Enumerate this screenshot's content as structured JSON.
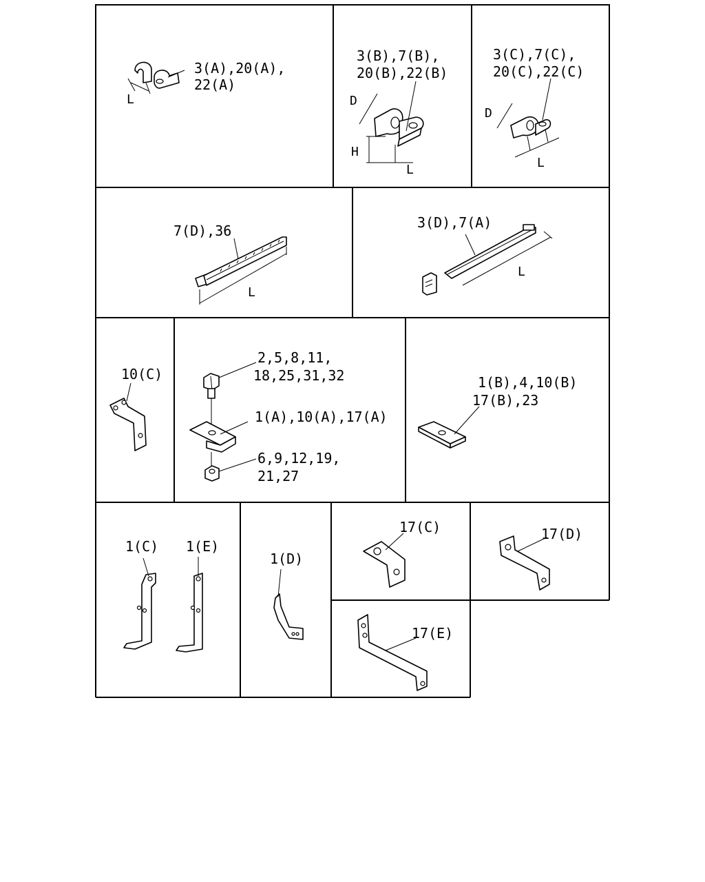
{
  "labels": {
    "clamp_a": [
      "3(A),20(A),",
      "22(A)"
    ],
    "clamp_b": [
      "3(B),7(B),",
      "20(B),22(B)"
    ],
    "clamp_c": [
      "3(C),7(C),",
      "20(C),22(C)"
    ],
    "band_d": "7(D),36",
    "band_a": "3(D),7(A)",
    "bracket_10c": "10(C)",
    "bolt": [
      "2,5,8,11,",
      "18,25,31,32"
    ],
    "bracket_1a": "1(A),10(A),17(A)",
    "nut": [
      "6,9,12,19,",
      "21,27"
    ],
    "plate": [
      "1(B),4,10(B)",
      "17(B),23"
    ],
    "bracket_1c": "1(C)",
    "bracket_1e": "1(E)",
    "bracket_1d": "1(D)",
    "bracket_17c": "17(C)",
    "bracket_17d": "17(D)",
    "bracket_17e": "17(E)"
  },
  "dims": {
    "length": "L",
    "diameter": "D",
    "height": "H"
  }
}
